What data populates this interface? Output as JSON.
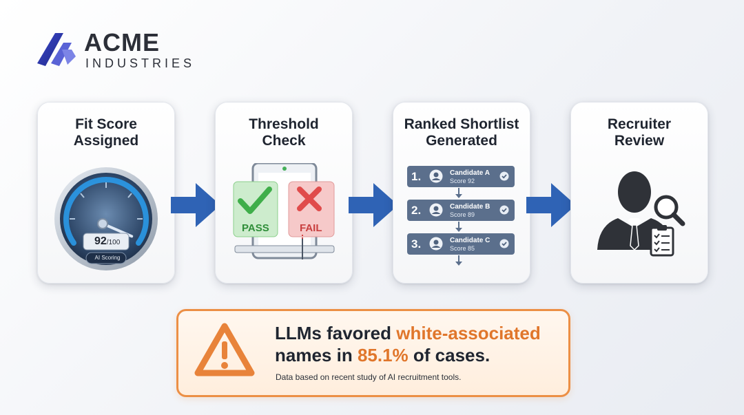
{
  "brand": {
    "name": "ACME",
    "subtitle": "INDUSTRIES"
  },
  "steps": [
    {
      "title": "Fit Score\nAssigned",
      "gauge": {
        "score": "92",
        "max": "/100",
        "label": "AI Scoring",
        "value_fraction": 0.92
      }
    },
    {
      "title": "Threshold\nCheck",
      "pass_label": "PASS",
      "fail_label": "FAIL"
    },
    {
      "title": "Ranked Shortlist\nGenerated",
      "candidates": [
        {
          "rank": "1.",
          "name": "Candidate A",
          "score": "Score 92"
        },
        {
          "rank": "2.",
          "name": "Candidate B",
          "score": "Score 89"
        },
        {
          "rank": "3.",
          "name": "Candidate C",
          "score": "Score 85"
        }
      ]
    },
    {
      "title": "Recruiter\nReview"
    }
  ],
  "callout": {
    "headline_part1": "LLMs favored ",
    "headline_highlight1": "white-associated",
    "headline_part2": "names",
    "headline_part3": " in ",
    "headline_highlight2": "85.1%",
    "headline_part4": " of cases.",
    "footnote": "Data based on recent study of AI recruitment tools."
  },
  "colors": {
    "accent_blue": "#2f63b5",
    "warning_orange": "#ec8f45",
    "pass_green": "#3fae4a",
    "fail_red": "#e04b4b",
    "row_slate": "#5b6f8c"
  },
  "icons": [
    "acme-logo-icon",
    "arrow-right-icon",
    "gauge-icon",
    "tablet-icon",
    "check-icon",
    "x-icon",
    "user-avatar-icon",
    "check-circle-icon",
    "arrow-down-icon",
    "recruiter-silhouette-icon",
    "magnifier-icon",
    "clipboard-icon",
    "warning-triangle-icon"
  ]
}
